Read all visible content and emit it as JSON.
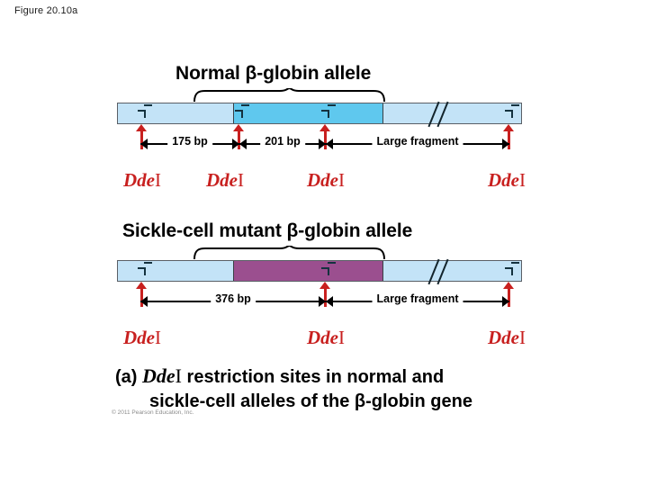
{
  "figure": {
    "label": "Figure 20.10a",
    "copyright": "© 2011 Pearson Education, Inc."
  },
  "colors": {
    "intron_light_blue": "#c3e3f7",
    "normal_exon_blue": "#5fc8ee",
    "sickle_exon_purple": "#9b4f8f",
    "enzyme_red": "#c8201f",
    "outline": "#5a5f66"
  },
  "panels": [
    {
      "id": "normal-allele",
      "heading": "Normal β-globin allele",
      "enzyme_sites": [
        {
          "label_italic": "Dde",
          "label_upright": "I"
        },
        {
          "label_italic": "Dde",
          "label_upright": "I"
        },
        {
          "label_italic": "Dde",
          "label_upright": "I"
        },
        {
          "label_italic": "Dde",
          "label_upright": "I"
        }
      ],
      "fragments": [
        {
          "name": "fragment-175",
          "label": "175 bp"
        },
        {
          "name": "fragment-201",
          "label": "201 bp"
        },
        {
          "name": "fragment-large",
          "label": "Large fragment"
        }
      ]
    },
    {
      "id": "sickle-allele",
      "heading": "Sickle-cell mutant β-globin allele",
      "enzyme_sites": [
        {
          "label_italic": "Dde",
          "label_upright": "I"
        },
        {
          "label_italic": "Dde",
          "label_upright": "I"
        },
        {
          "label_italic": "Dde",
          "label_upright": "I"
        }
      ],
      "fragments": [
        {
          "name": "fragment-376",
          "label": "376 bp"
        },
        {
          "name": "fragment-large",
          "label": "Large fragment"
        }
      ]
    }
  ],
  "caption": {
    "prefix": "(a) ",
    "enzyme_italic": "Dde",
    "enzyme_upright": "I",
    "line1_rest": " restriction sites in normal and",
    "line2": "sickle-cell alleles of the β-globin gene"
  }
}
